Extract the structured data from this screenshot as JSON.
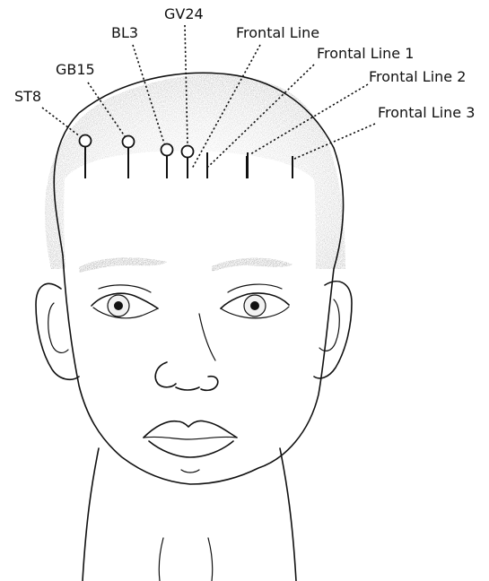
{
  "labels": {
    "st8": "ST8",
    "gb15": "GB15",
    "bl3": "BL3",
    "gv24": "GV24",
    "frontal_line": "Frontal Line",
    "frontal_line_1": "Frontal Line 1",
    "frontal_line_2": "Frontal Line 2",
    "frontal_line_3": "Frontal Line 3"
  },
  "colors": {
    "ink": "#111111",
    "hair_shading": "#8a8a8a",
    "iris": "#f2f2f2",
    "background": "#ffffff"
  }
}
